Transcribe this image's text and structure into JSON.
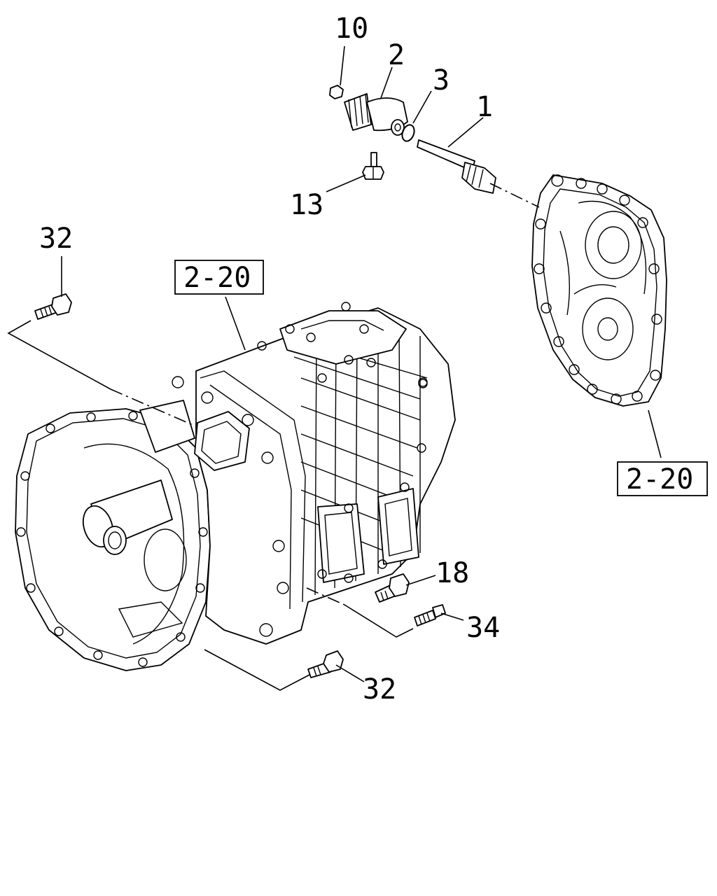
{
  "callouts": {
    "c10": "10",
    "c2": "2",
    "c3": "3",
    "c1": "1",
    "c13": "13",
    "c32_top": "32",
    "c18": "18",
    "c34": "34",
    "c32_bottom": "32"
  },
  "references": {
    "ref_main": "2-20",
    "ref_cover": "2-20"
  }
}
